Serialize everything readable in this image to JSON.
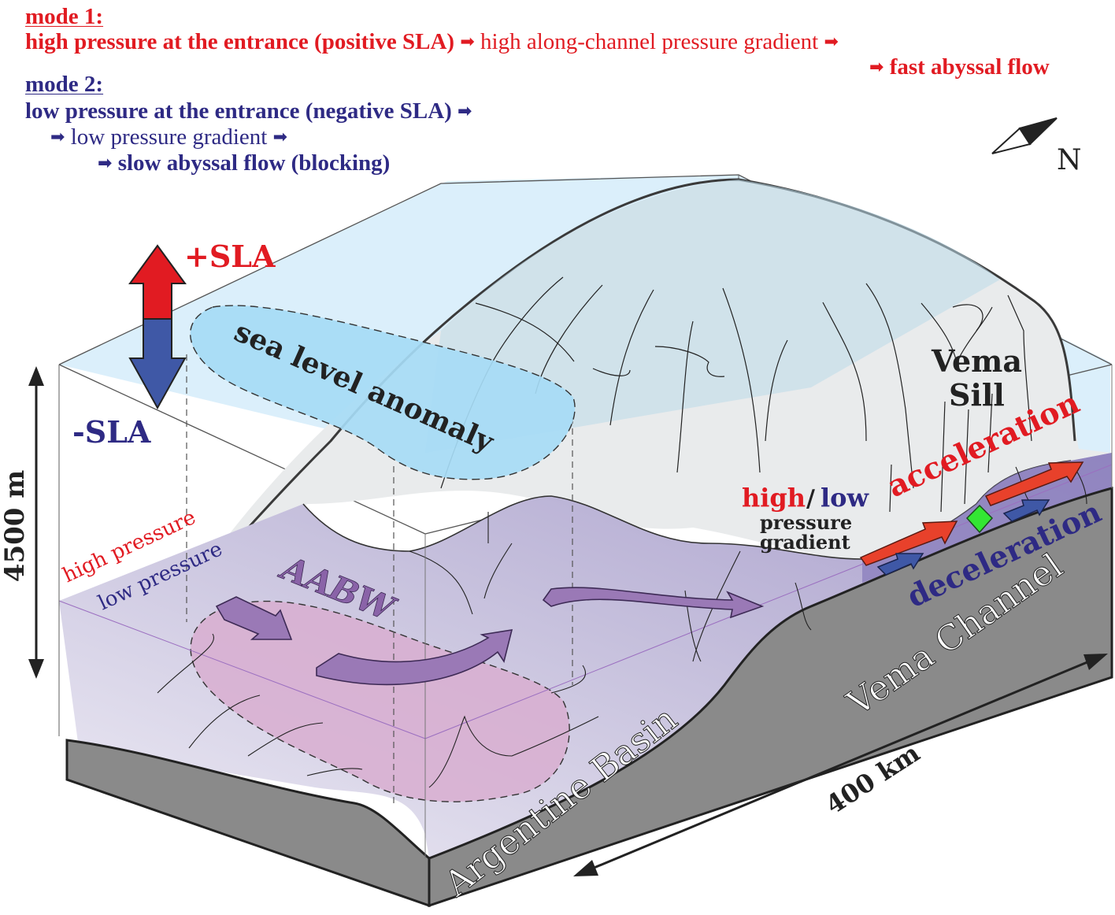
{
  "legend": {
    "mode1": {
      "title": "mode 1:",
      "line1_bold": "high pressure at the entrance (positive SLA)",
      "line1_regular": "high along-channel pressure gradient",
      "line2_bold": "fast abyssal flow",
      "color": "#e11b22"
    },
    "mode2": {
      "title": "mode 2:",
      "line1_bold": "low pressure at the entrance (negative SLA)",
      "line2_regular": "low pressure gradient",
      "line3_bold": "slow abyssal flow (blocking)",
      "color": "#2e2a84"
    },
    "arrow_glyph": "➡"
  },
  "compass": {
    "label": "N",
    "icon": "north-arrow-icon"
  },
  "sla": {
    "positive_label": "+SLA",
    "negative_label": "-SLA",
    "positive_color": "#e11b22",
    "negative_color": "#3f58a6",
    "anomaly_label": "sea level anomaly",
    "anomaly_fill": "#a6dbf5"
  },
  "depth_scale": {
    "label": "4500 m"
  },
  "length_scale": {
    "label": "400 km"
  },
  "pressure_labels": {
    "high": "high pressure",
    "low": "low pressure"
  },
  "water_mass": {
    "label": "AABW",
    "color": "#8a63a8"
  },
  "gradient_label": {
    "high": "high",
    "separator": "/",
    "low": "low",
    "line2": "pressure",
    "line3": "gradient"
  },
  "flow_labels": {
    "acceleration": "acceleration",
    "deceleration": "deceleration"
  },
  "features": {
    "sill_line1": "Vema",
    "sill_line2": "Sill",
    "basin": "Argentine Basin",
    "channel": "Vema Channel"
  },
  "colors": {
    "water_top": "#dbeffb",
    "terrain_light": "#e9ebec",
    "abyssal_purple": "#b3abcf",
    "deep_purple": "#8a7dbc",
    "pink_region": "#d8aed0",
    "bedrock": "#8a8a8a",
    "marker_green": "#33e633"
  }
}
